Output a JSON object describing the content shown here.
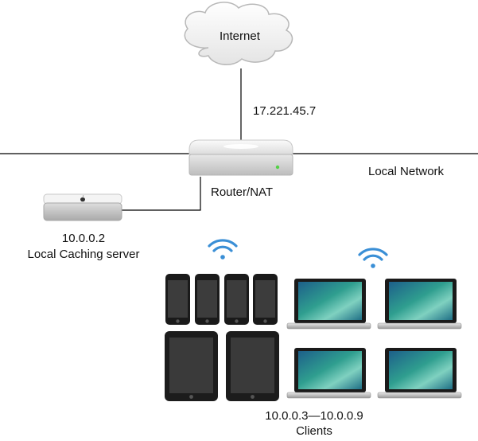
{
  "cloud": {
    "label": "Internet"
  },
  "wan": {
    "ip": "17.221.45.7"
  },
  "network": {
    "label": "Local Network"
  },
  "router": {
    "label": "Router/NAT"
  },
  "cache_server": {
    "ip": "10.0.0.2",
    "label": "Local Caching server"
  },
  "clients": {
    "range": "10.0.0.3—10.0.0.9",
    "label": "Clients"
  },
  "icons": [
    "cloud-icon",
    "router-icon",
    "mac-mini-icon",
    "wifi-icon",
    "iphone-icon",
    "ipad-icon",
    "laptop-icon"
  ],
  "colors": {
    "wifi": "#3a8fd6",
    "line": "#000000",
    "screen_wallpaper": "#2f9e8f"
  }
}
